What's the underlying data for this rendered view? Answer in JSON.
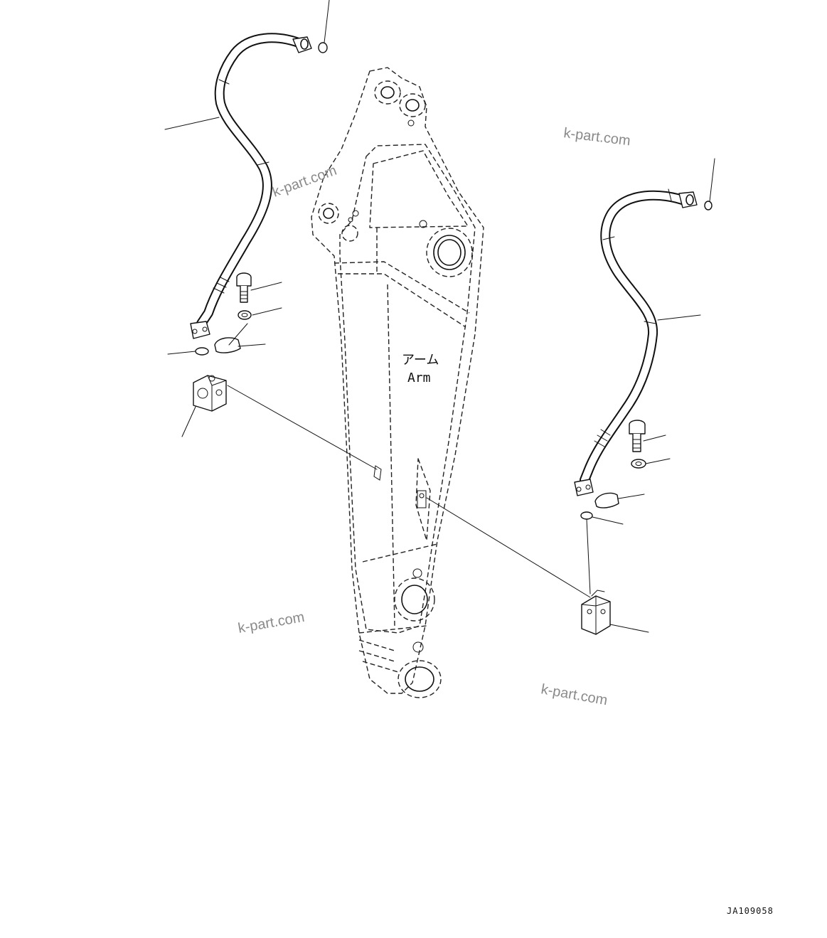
{
  "diagram": {
    "arm_label_jp": "アーム",
    "arm_label_en": "Arm",
    "drawing_code": "JA109058"
  },
  "watermarks": [
    "k-part.com",
    "k-part.com",
    "k-part.com",
    "k-part.com"
  ]
}
